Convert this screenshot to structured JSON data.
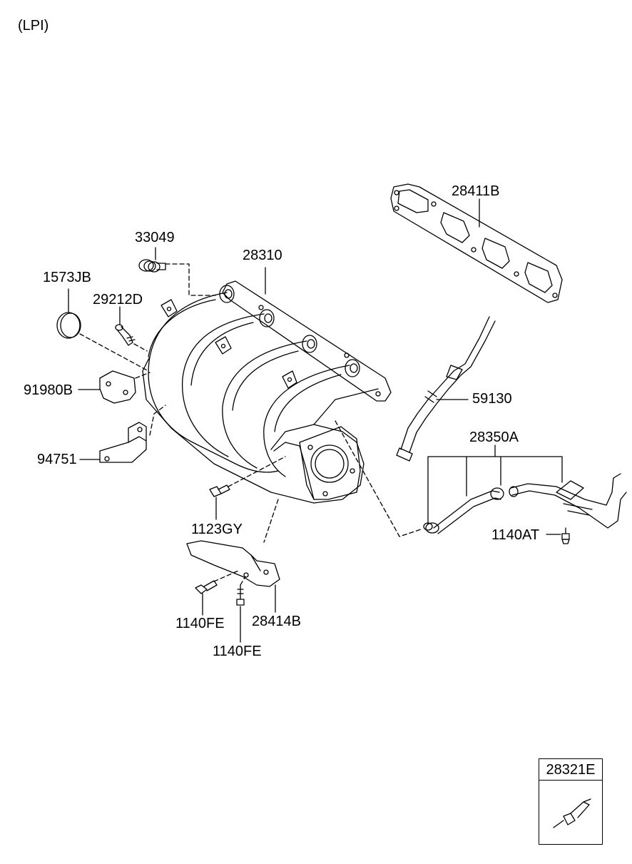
{
  "header": {
    "variant": "(LPI)"
  },
  "parts": {
    "gasket_28411B": "28411B",
    "manifold_28310": "28310",
    "valve_33049": "33049",
    "cap_1573JB": "1573JB",
    "nipple_29212D": "29212D",
    "bracket_91980B": "91980B",
    "bracket_94751": "94751",
    "hose_59130": "59130",
    "hose_28350A": "28350A",
    "bolt_1123GY": "1123GY",
    "bolt_1140AT": "1140AT",
    "bolt_1140FE_a": "1140FE",
    "bolt_1140FE_b": "1140FE",
    "stay_28414B": "28414B"
  },
  "inset": {
    "part": "28321E"
  }
}
